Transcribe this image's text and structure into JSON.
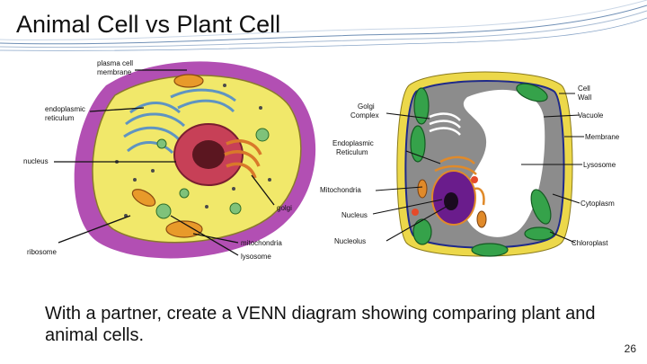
{
  "slide": {
    "title": "Animal Cell vs Plant Cell",
    "prompt": "With a partner, create a VENN diagram showing comparing plant and animal cells.",
    "page_number": "26"
  },
  "animal_cell": {
    "labels": {
      "plasma_membrane_1": "plasma cell",
      "plasma_membrane_2": "membrane",
      "er_1": "endoplasmic",
      "er_2": "reticulum",
      "nucleus": "nucleus",
      "ribosome": "ribosome",
      "golgi": "golgi",
      "mitochondria": "mitochondria",
      "lysosome": "lysosome"
    },
    "colors": {
      "membrane": "#b24fb3",
      "cytoplasm": "#f1e86a",
      "nucleus": "#c74057",
      "golgi": "#d9782a",
      "er": "#7fb5d9"
    }
  },
  "plant_cell": {
    "labels": {
      "golgi_1": "Golgi",
      "golgi_2": "Complex",
      "er_1": "Endoplasmic",
      "er_2": "Reticulum",
      "mitochondria": "Mitochondria",
      "nucleus": "Nucleus",
      "nucleolus": "Nucleolus",
      "cell_wall_1": "Cell",
      "cell_wall_2": "Wall",
      "vacuole": "Vacuole",
      "membrane": "Membrane",
      "lysosome": "Lysosome",
      "cytoplasm": "Cytoplasm",
      "chloroplast": "Chloroplast"
    },
    "colors": {
      "wall": "#ecd84a",
      "cytoplasm": "#8c8c8c",
      "vacuole": "#ffffff",
      "nucleus": "#6a1c8c",
      "chloroplast": "#35a24a",
      "membrane": "#1f2a8a"
    }
  }
}
